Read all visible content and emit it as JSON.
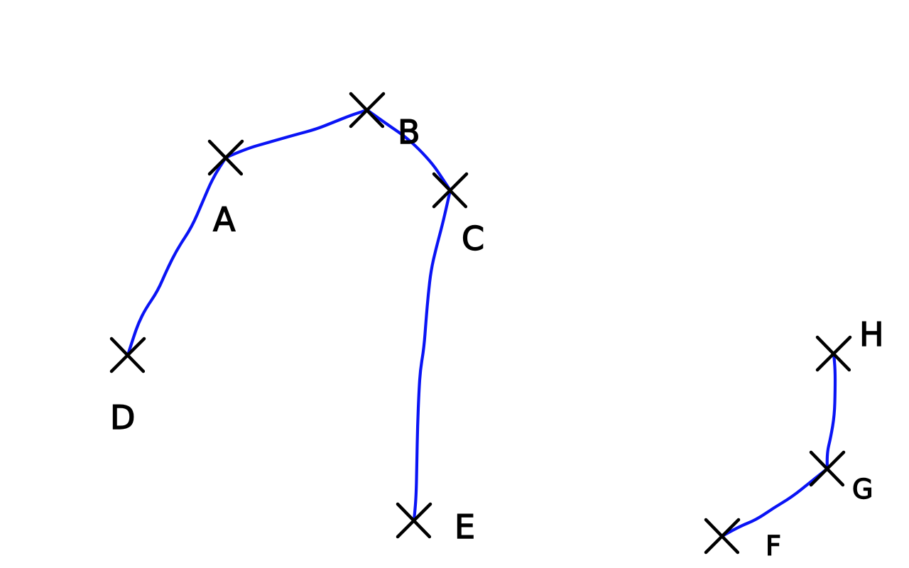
{
  "colors": {
    "background": "#ffffff",
    "edge": "#0a14f5",
    "mark": "#000000",
    "label": "#000000"
  },
  "nodes": [
    {
      "id": "A",
      "label": "A"
    },
    {
      "id": "B",
      "label": "B"
    },
    {
      "id": "C",
      "label": "C"
    },
    {
      "id": "D",
      "label": "D"
    },
    {
      "id": "E",
      "label": "E"
    },
    {
      "id": "F",
      "label": "F"
    },
    {
      "id": "G",
      "label": "G"
    },
    {
      "id": "H",
      "label": "H"
    }
  ],
  "edges": [
    {
      "from": "D",
      "to": "A"
    },
    {
      "from": "A",
      "to": "B"
    },
    {
      "from": "B",
      "to": "C"
    },
    {
      "from": "C",
      "to": "E"
    },
    {
      "from": "F",
      "to": "G"
    },
    {
      "from": "G",
      "to": "H"
    }
  ]
}
